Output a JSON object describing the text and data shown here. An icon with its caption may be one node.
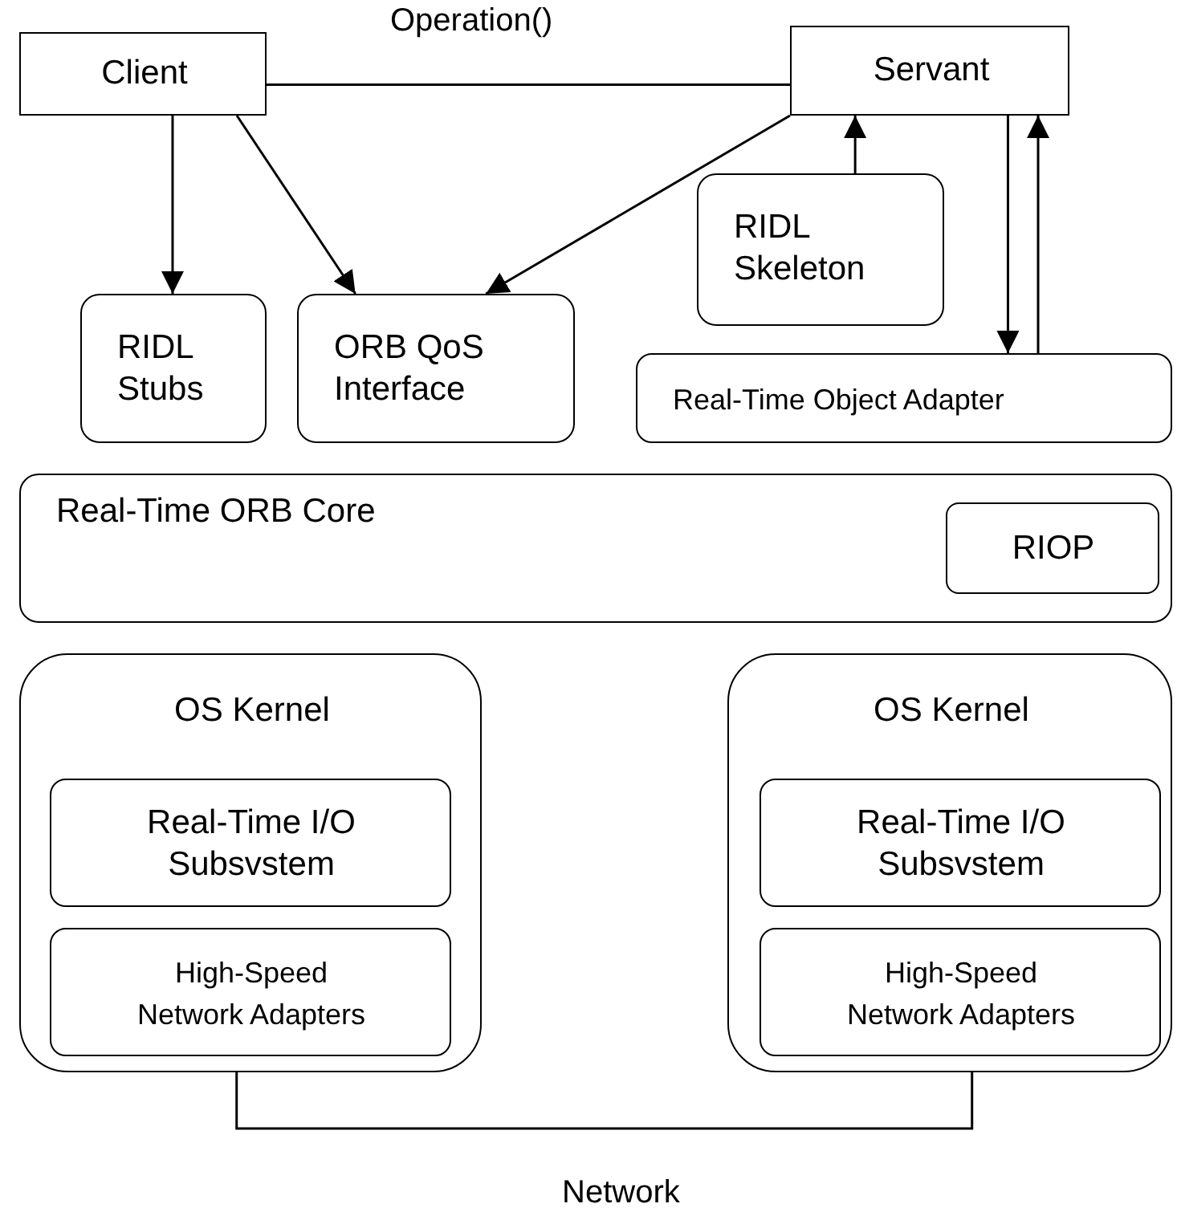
{
  "diagram": {
    "nodes": [
      {
        "text": [
          "Client"
        ]
      },
      {
        "text": [
          "Servant"
        ]
      },
      {
        "text": [
          "RIDL Skeleton"
        ]
      },
      {
        "text": [
          "RIDL Stubs"
        ]
      },
      {
        "text": [
          "ORB QoS Interface"
        ]
      },
      {
        "text": [
          "Real-Time Object Adapter"
        ]
      },
      {
        "text": [
          "Real-Time ORB Core"
        ]
      },
      {
        "text": [
          "RIOP"
        ],
        "in": 6
      },
      {
        "text": [
          "OS Kernel"
        ]
      },
      {
        "text": [
          "Real-Time I/O Subsvstem"
        ],
        "in": 8
      },
      {
        "text": [
          "High-Speed Network Adapters"
        ],
        "in": 8
      },
      {
        "text": [
          "OS Kernel"
        ]
      },
      {
        "text": [
          "Real-Time I/O Subsvstem"
        ],
        "in": 11
      },
      {
        "text": [
          "High-Speed Network Adapters"
        ],
        "in": 11
      }
    ],
    "edges": [
      {
        "from": 0,
        "to": 1,
        "arrow": "none",
        "label": "Operation()"
      },
      {
        "from": 0,
        "to": 3,
        "arrow": "to"
      },
      {
        "from": 0,
        "to": 4,
        "arrow": "to"
      },
      {
        "from": 1,
        "to": 4,
        "arrow": "to"
      },
      {
        "from": 2,
        "to": 1,
        "arrow": "to"
      },
      {
        "from": 1,
        "to": 5,
        "arrow": "to"
      },
      {
        "from": 5,
        "to": 1,
        "arrow": "to"
      },
      {
        "from": 8,
        "to": 11,
        "arrow": "none",
        "label": "Network"
      }
    ]
  }
}
